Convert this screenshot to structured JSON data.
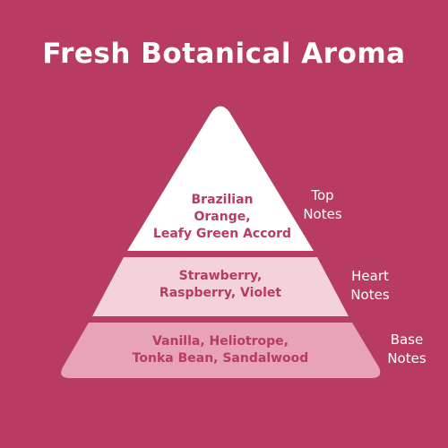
{
  "title": "Fresh Botanical Aroma",
  "colors": {
    "background": "#b83b61",
    "top_fill": "#ffffff",
    "heart_fill": "#f4d2dc",
    "base_fill": "#e8a3b6",
    "text": "#b83b61"
  },
  "tiers": {
    "top": {
      "notes_line1": "Brazilian",
      "notes_line2": "Orange,",
      "notes_line3": "Leafy Green Accord",
      "label_line1": "Top",
      "label_line2": "Notes"
    },
    "heart": {
      "notes_line1": "Strawberry,",
      "notes_line2": "Raspberry, Violet",
      "label_line1": "Heart",
      "label_line2": "Notes"
    },
    "base": {
      "notes_line1": "Vanilla, Heliotrope,",
      "notes_line2": "Tonka Bean, Sandalwood",
      "label_line1": "Base",
      "label_line2": "Notes"
    }
  }
}
